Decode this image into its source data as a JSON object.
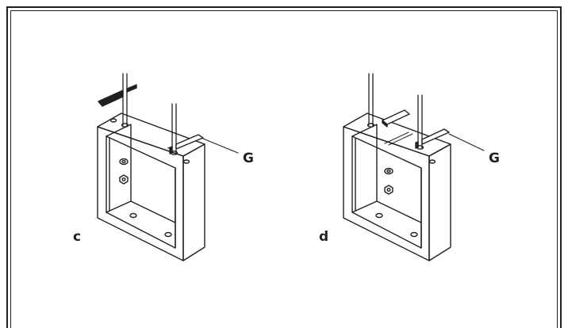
{
  "figure": {
    "left_panel_label": "c",
    "right_panel_label": "d",
    "left_callout": "G",
    "right_callout": "G"
  },
  "colors": {
    "stroke": "#231f20",
    "background": "#ffffff"
  }
}
